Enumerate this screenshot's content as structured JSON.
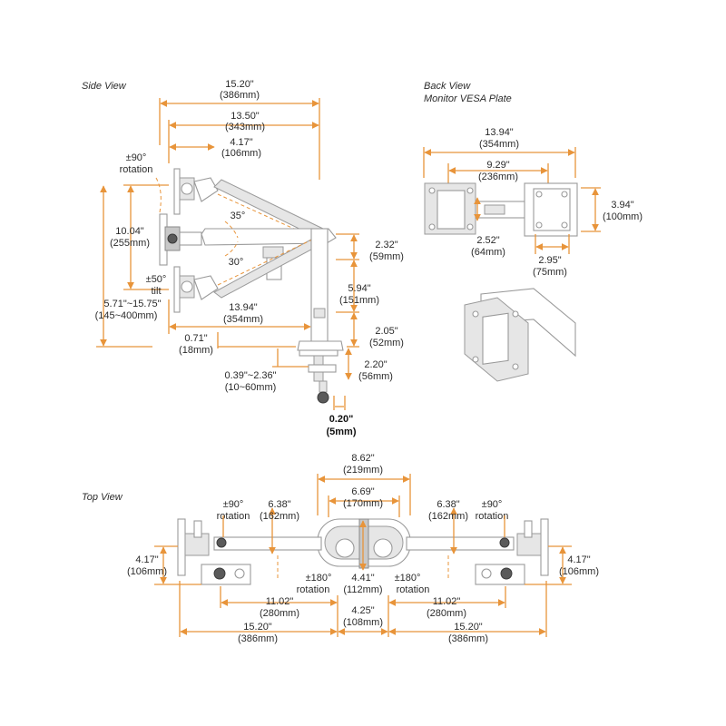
{
  "side_view": {
    "title": "Side View",
    "overall_width": [
      "15.20\"",
      "(386mm)"
    ],
    "arm_reach": [
      "13.50\"",
      "(343mm)"
    ],
    "head_depth": [
      "4.17\"",
      "(106mm)"
    ],
    "rotation": [
      "±90°",
      "rotation"
    ],
    "height_range": [
      "10.04\"",
      "(255mm)"
    ],
    "tilt": [
      "±50°",
      "tilt"
    ],
    "angle_up": "35°",
    "angle_down": "30°",
    "pole_top": [
      "2.32\"",
      "(59mm)"
    ],
    "pole_mid": [
      "5.94\"",
      "(151mm)"
    ],
    "monitor_height": [
      "5.71\"~15.75\"",
      "(145~400mm)"
    ],
    "arm_length": [
      "13.94\"",
      "(354mm)"
    ],
    "base_height": [
      "2.05\"",
      "(52mm)"
    ],
    "offset": [
      "0.71\"",
      "(18mm)"
    ],
    "clamp_depth": [
      "2.20\"",
      "(56mm)"
    ],
    "clamp_range": [
      "0.39\"~2.36\"",
      "(10~60mm)"
    ],
    "screw": [
      "0.20\"",
      "(5mm)"
    ]
  },
  "back_view": {
    "title_line1": "Back View",
    "title_line2": "Monitor VESA Plate",
    "plate_width": [
      "13.94\"",
      "(354mm)"
    ],
    "inner_width": [
      "9.29\"",
      "(236mm)"
    ],
    "vesa_height": [
      "3.94\"",
      "(100mm)"
    ],
    "small_height": [
      "2.52\"",
      "(64mm)"
    ],
    "vesa_small": [
      "2.95\"",
      "(75mm)"
    ]
  },
  "top_view": {
    "title": "Top View",
    "center_width": [
      "8.62\"",
      "(219mm)"
    ],
    "inner_center": [
      "6.69\"",
      "(170mm)"
    ],
    "left_rotation": [
      "±90°",
      "rotation"
    ],
    "right_rotation": [
      "±90°",
      "rotation"
    ],
    "left_arm": [
      "6.38\"",
      "(162mm)"
    ],
    "right_arm": [
      "6.38\"",
      "(162mm)"
    ],
    "left_depth": [
      "4.17\"",
      "(106mm)"
    ],
    "right_depth": [
      "4.17\"",
      "(106mm)"
    ],
    "left_joint": [
      "±180°",
      "rotation"
    ],
    "right_joint": [
      "±180°",
      "rotation"
    ],
    "center_depth": [
      "4.41\"",
      "(112mm)"
    ],
    "left_reach": [
      "11.02\"",
      "(280mm)"
    ],
    "right_reach": [
      "11.02\"",
      "(280mm)"
    ],
    "center_gap": [
      "4.25\"",
      "(108mm)"
    ],
    "left_total": [
      "15.20\"",
      "(386mm)"
    ],
    "right_total": [
      "15.20\"",
      "(386mm)"
    ]
  },
  "colors": {
    "dimension": "#e8943a",
    "outline": "#9a9a9a",
    "text": "#2b2b2b"
  }
}
